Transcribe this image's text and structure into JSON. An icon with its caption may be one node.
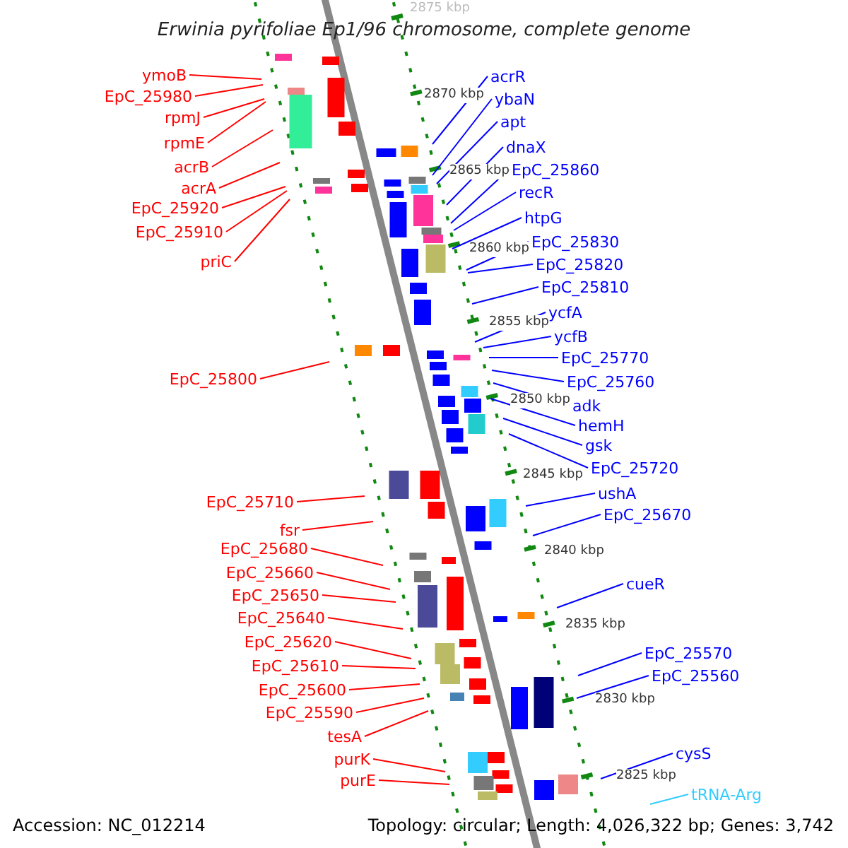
{
  "diagram": {
    "title": "Erwinia pyrifoliae Ep1/96 chromosome, complete genome",
    "nodes": [
      {
        "text": [
          "ymoB"
        ]
      },
      {
        "text": [
          "EpC_25980"
        ]
      },
      {
        "text": [
          "rpmJ"
        ]
      },
      {
        "text": [
          "rpmE"
        ]
      },
      {
        "text": [
          "acrB"
        ]
      },
      {
        "text": [
          "acrA"
        ]
      },
      {
        "text": [
          "EpC_25920"
        ]
      },
      {
        "text": [
          "EpC_25910"
        ]
      },
      {
        "text": [
          "priC"
        ]
      },
      {
        "text": [
          "EpC_25800"
        ]
      },
      {
        "text": [
          "EpC_25710"
        ]
      },
      {
        "text": [
          "fsr"
        ]
      },
      {
        "text": [
          "EpC_25680"
        ]
      },
      {
        "text": [
          "EpC_25660"
        ]
      },
      {
        "text": [
          "EpC_25650"
        ]
      },
      {
        "text": [
          "EpC_25640"
        ]
      },
      {
        "text": [
          "EpC_25620"
        ]
      },
      {
        "text": [
          "EpC_25610"
        ]
      },
      {
        "text": [
          "EpC_25600"
        ]
      },
      {
        "text": [
          "EpC_25590"
        ]
      },
      {
        "text": [
          "tesA"
        ]
      },
      {
        "text": [
          "purK"
        ]
      },
      {
        "text": [
          "purE"
        ]
      },
      {
        "text": [
          "acrR"
        ]
      },
      {
        "text": [
          "ybaN"
        ]
      },
      {
        "text": [
          "apt"
        ]
      },
      {
        "text": [
          "dnaX"
        ]
      },
      {
        "text": [
          "EpC_25860"
        ]
      },
      {
        "text": [
          "recR"
        ]
      },
      {
        "text": [
          "htpG"
        ]
      },
      {
        "text": [
          "EpC_25830"
        ]
      },
      {
        "text": [
          "EpC_25820"
        ]
      },
      {
        "text": [
          "EpC_25810"
        ]
      },
      {
        "text": [
          "ycfA"
        ]
      },
      {
        "text": [
          "ycfB"
        ]
      },
      {
        "text": [
          "EpC_25770"
        ]
      },
      {
        "text": [
          "EpC_25760"
        ]
      },
      {
        "text": [
          "adk"
        ]
      },
      {
        "text": [
          "hemH"
        ]
      },
      {
        "text": [
          "gsk"
        ]
      },
      {
        "text": [
          "EpC_25720"
        ]
      },
      {
        "text": [
          "ushA"
        ]
      },
      {
        "text": [
          "EpC_25670"
        ]
      },
      {
        "text": [
          "cueR"
        ]
      },
      {
        "text": [
          "EpC_25570"
        ]
      },
      {
        "text": [
          "EpC_25560"
        ]
      },
      {
        "text": [
          "cysS"
        ]
      },
      {
        "text": [
          "tRNA-Arg"
        ]
      }
    ],
    "edges": [
      {
        "from": 0,
        "to": null,
        "arrow": "none",
        "color": "#ff0000"
      },
      {
        "from": 1,
        "to": null,
        "arrow": "none",
        "color": "#ff0000"
      },
      {
        "from": 2,
        "to": null,
        "arrow": "none",
        "color": "#ff0000"
      },
      {
        "from": 3,
        "to": null,
        "arrow": "none",
        "color": "#ff0000"
      },
      {
        "from": 4,
        "to": null,
        "arrow": "none",
        "color": "#ff0000"
      },
      {
        "from": 5,
        "to": null,
        "arrow": "none",
        "color": "#ff0000"
      },
      {
        "from": 6,
        "to": null,
        "arrow": "none",
        "color": "#ff0000"
      },
      {
        "from": 7,
        "to": null,
        "arrow": "none",
        "color": "#ff0000"
      },
      {
        "from": 8,
        "to": null,
        "arrow": "none",
        "color": "#ff0000"
      },
      {
        "from": 9,
        "to": null,
        "arrow": "none",
        "color": "#ff0000"
      },
      {
        "from": 10,
        "to": null,
        "arrow": "none",
        "color": "#ff0000"
      },
      {
        "from": 11,
        "to": null,
        "arrow": "none",
        "color": "#ff0000"
      },
      {
        "from": 12,
        "to": null,
        "arrow": "none",
        "color": "#ff0000"
      },
      {
        "from": 13,
        "to": null,
        "arrow": "none",
        "color": "#ff0000"
      },
      {
        "from": 14,
        "to": null,
        "arrow": "none",
        "color": "#ff0000"
      },
      {
        "from": 15,
        "to": null,
        "arrow": "none",
        "color": "#ff0000"
      },
      {
        "from": 16,
        "to": null,
        "arrow": "none",
        "color": "#ff0000"
      },
      {
        "from": 17,
        "to": null,
        "arrow": "none",
        "color": "#ff0000"
      },
      {
        "from": 18,
        "to": null,
        "arrow": "none",
        "color": "#ff0000"
      },
      {
        "from": 19,
        "to": null,
        "arrow": "none",
        "color": "#ff0000"
      },
      {
        "from": 20,
        "to": null,
        "arrow": "none",
        "color": "#ff0000"
      },
      {
        "from": 21,
        "to": null,
        "arrow": "none",
        "color": "#ff0000"
      },
      {
        "from": 22,
        "to": null,
        "arrow": "none",
        "color": "#ff0000"
      },
      {
        "from": 23,
        "to": null,
        "arrow": "none"
      },
      {
        "from": 24,
        "to": null,
        "arrow": "none"
      },
      {
        "from": 25,
        "to": null,
        "arrow": "none"
      },
      {
        "from": 26,
        "to": null,
        "arrow": "none"
      },
      {
        "from": 27,
        "to": null,
        "arrow": "none"
      },
      {
        "from": 28,
        "to": null,
        "arrow": "none"
      },
      {
        "from": 29,
        "to": null,
        "arrow": "none"
      },
      {
        "from": 30,
        "to": null,
        "arrow": "none"
      },
      {
        "from": 31,
        "to": null,
        "arrow": "none"
      },
      {
        "from": 32,
        "to": null,
        "arrow": "none"
      },
      {
        "from": 33,
        "to": null,
        "arrow": "none"
      },
      {
        "from": 34,
        "to": null,
        "arrow": "none"
      },
      {
        "from": 35,
        "to": null,
        "arrow": "none"
      },
      {
        "from": 36,
        "to": null,
        "arrow": "none"
      },
      {
        "from": 37,
        "to": null,
        "arrow": "none"
      },
      {
        "from": 38,
        "to": null,
        "arrow": "none"
      },
      {
        "from": 39,
        "to": null,
        "arrow": "none"
      },
      {
        "from": 40,
        "to": null,
        "arrow": "none"
      },
      {
        "from": 41,
        "to": null,
        "arrow": "none"
      },
      {
        "from": 42,
        "to": null,
        "arrow": "none"
      },
      {
        "from": 43,
        "to": null,
        "arrow": "none"
      },
      {
        "from": 44,
        "to": null,
        "arrow": "none"
      },
      {
        "from": 45,
        "to": null,
        "arrow": "none"
      },
      {
        "from": 46,
        "to": null,
        "arrow": "none"
      },
      {
        "from": 47,
        "to": null,
        "arrow": "none",
        "color": "#33ccff"
      }
    ],
    "labels": [
      "2875 kbp",
      "2870 kbp",
      "2865 kbp",
      "2860 kbp",
      "2855 kbp",
      "2850 kbp",
      "2845 kbp",
      "2840 kbp",
      "2835 kbp",
      "2830 kbp",
      "2825 kbp",
      "Accession: NC_012214",
      "Topology: circular; Length: 4,026,322 bp; Genes: 3,742"
    ]
  }
}
